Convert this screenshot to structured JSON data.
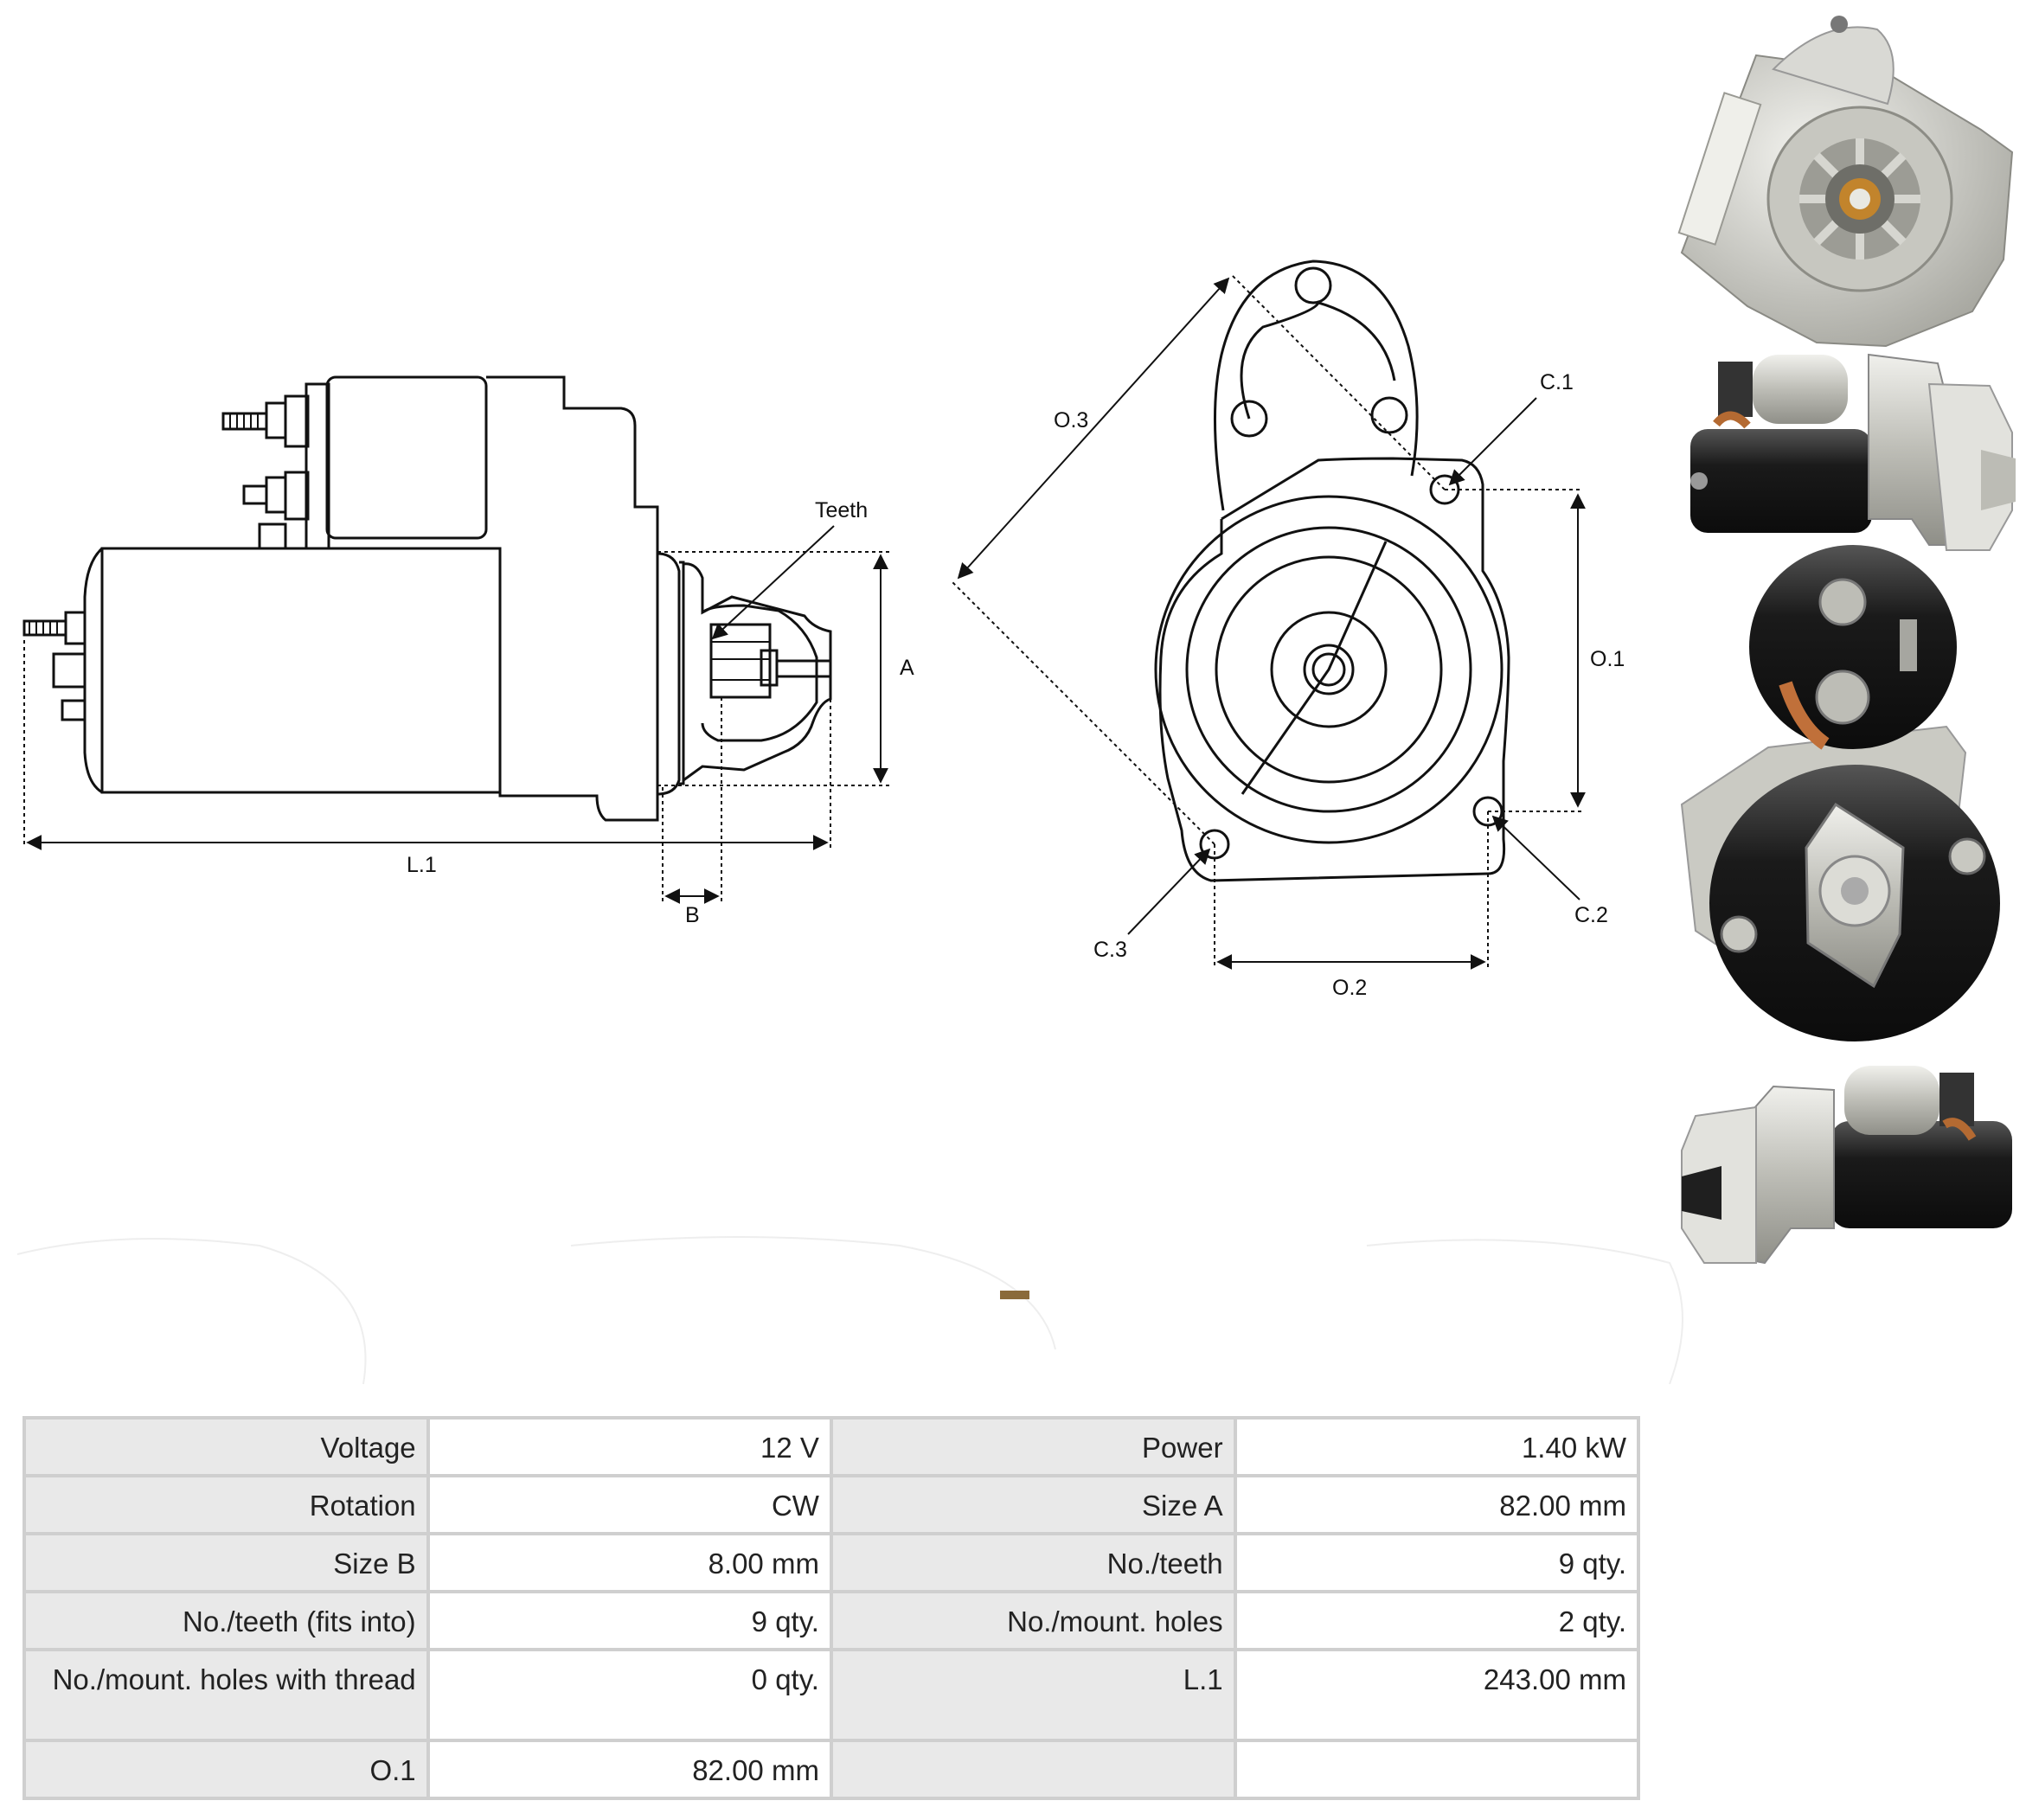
{
  "labels": {
    "teeth": "Teeth",
    "a": "A",
    "b": "B",
    "l1": "L.1",
    "o1": "O.1",
    "o2": "O.2",
    "o3": "O.3",
    "c1": "C.1",
    "c2": "C.2",
    "c3": "C.3"
  },
  "specs": [
    {
      "k1": "Voltage",
      "v1": "12 V",
      "k2": "Power",
      "v2": "1.40 kW"
    },
    {
      "k1": "Rotation",
      "v1": "CW",
      "k2": "Size A",
      "v2": "82.00 mm"
    },
    {
      "k1": "Size B",
      "v1": "8.00 mm",
      "k2": "No./teeth",
      "v2": "9 qty."
    },
    {
      "k1": "No./teeth (fits into)",
      "v1": "9 qty.",
      "k2": "No./mount. holes",
      "v2": "2 qty."
    },
    {
      "k1": "No./mount. holes with thread",
      "v1": "0 qty.",
      "k2": "L.1",
      "v2": "243.00 mm"
    },
    {
      "k1": "O.1",
      "v1": "82.00 mm",
      "k2": "",
      "v2": ""
    }
  ],
  "colors": {
    "line": "#111111",
    "table_border": "#cfcfcf",
    "table_key_bg": "#e9e9e9",
    "housing": "#d8d8d2",
    "motor": "#1e1e1e"
  }
}
